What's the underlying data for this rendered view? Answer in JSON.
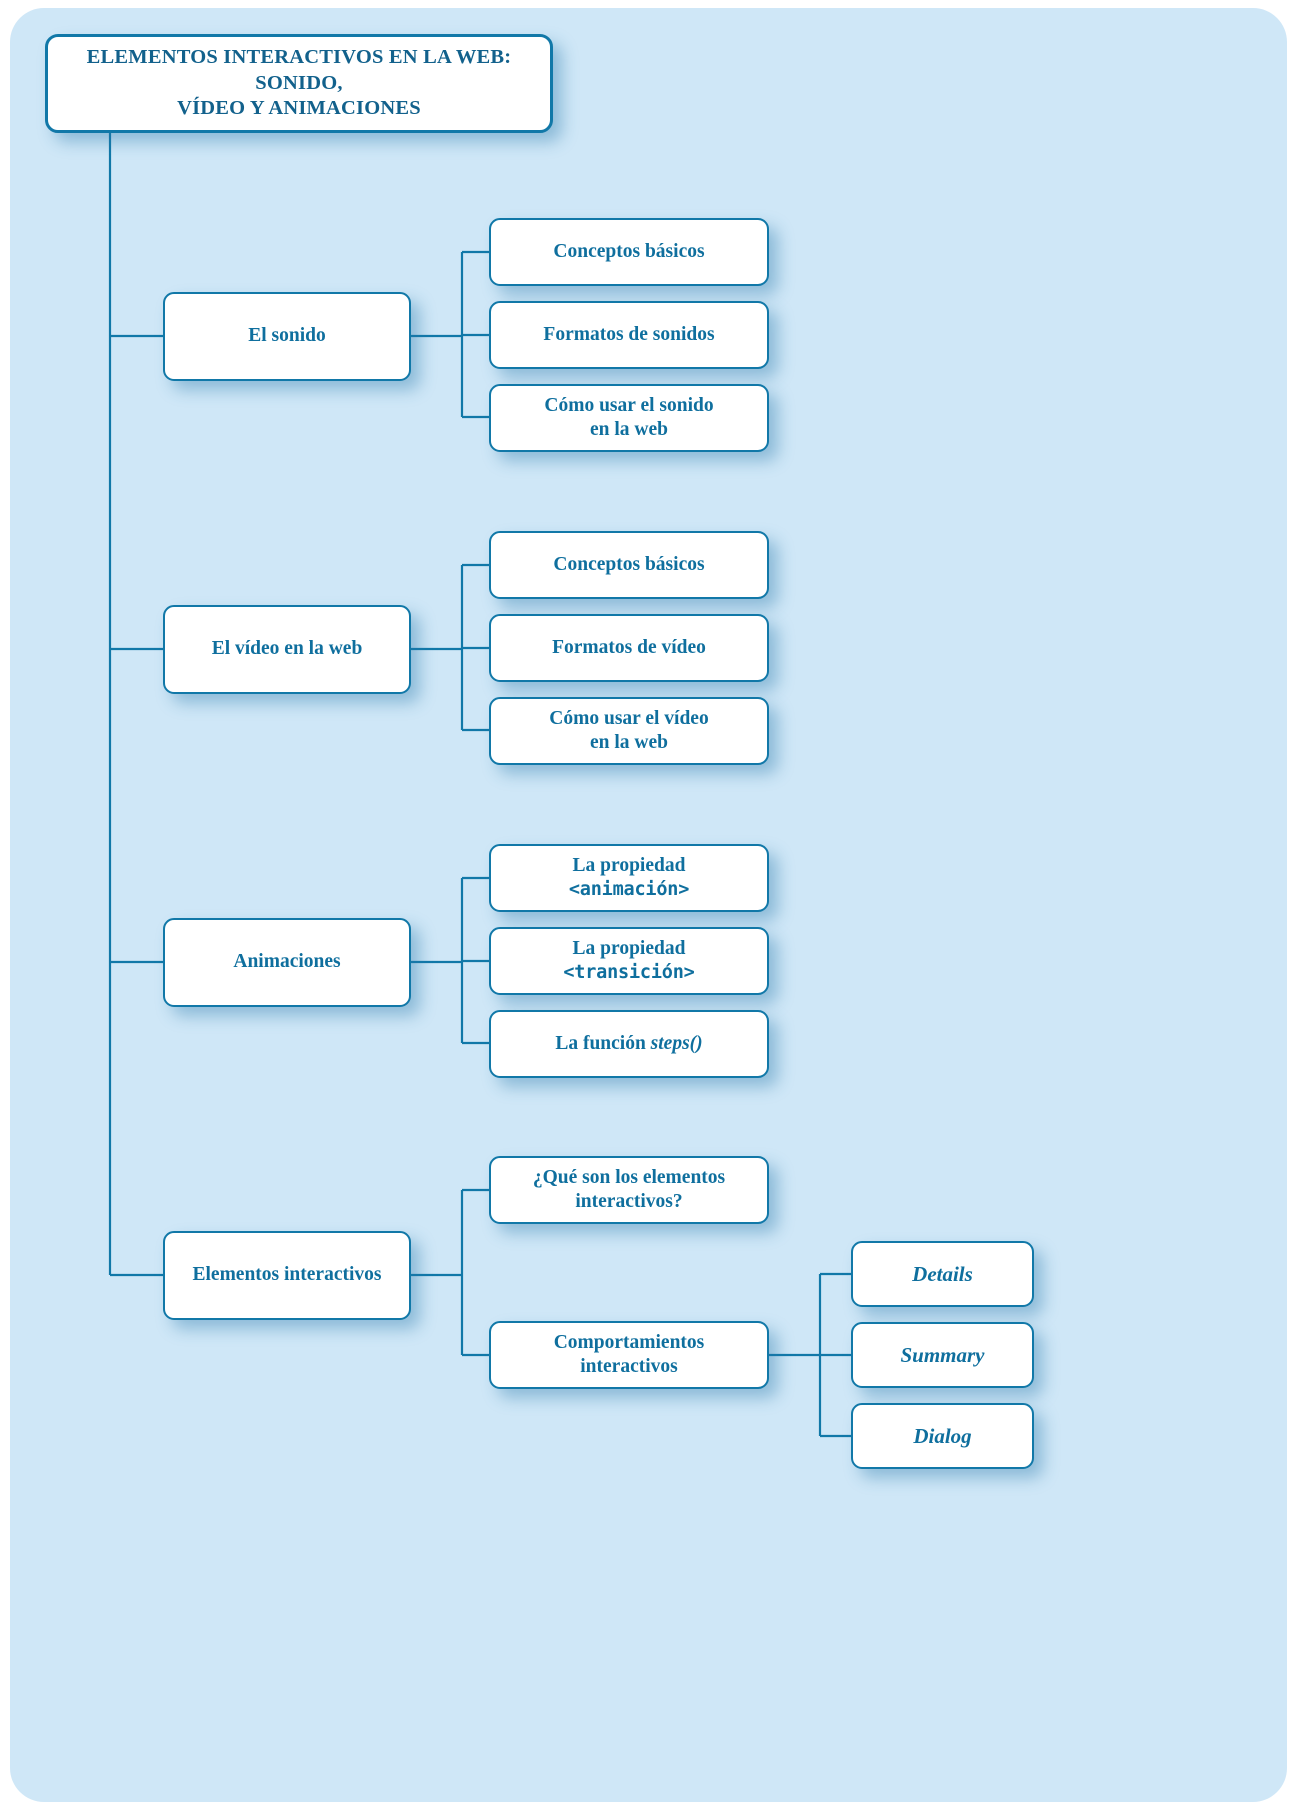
{
  "diagram": {
    "type": "tree-mindmap",
    "title": "ELEMENTOS INTERACTIVOS EN LA WEB: SONIDO, VÍDEO Y ANIMACIONES",
    "title_line1": "ELEMENTOS INTERACTIVOS EN LA WEB: SONIDO,",
    "title_line2": "VÍDEO Y ANIMACIONES",
    "colors": {
      "page_background": "#cfe7f7",
      "node_border": "#1178a8",
      "node_fill": "#ffffff",
      "text": "#0f6f9e",
      "connector": "#1178a8"
    },
    "branches": [
      {
        "label": "El sonido",
        "children": [
          {
            "label": "Conceptos básicos"
          },
          {
            "label": "Formatos de sonidos"
          },
          {
            "label_line1": "Cómo usar el sonido",
            "label_line2": "en la web"
          }
        ]
      },
      {
        "label": "El vídeo en la web",
        "children": [
          {
            "label": "Conceptos básicos"
          },
          {
            "label": "Formatos de vídeo"
          },
          {
            "label_line1": "Cómo usar el vídeo",
            "label_line2": "en la web"
          }
        ]
      },
      {
        "label": "Animaciones",
        "children": [
          {
            "label_line1": "La propiedad",
            "label_code": "<animación>"
          },
          {
            "label_line1": "La propiedad",
            "label_code": "<transición>"
          },
          {
            "label_prefix": "La función ",
            "label_italic": "steps()"
          }
        ]
      },
      {
        "label": "Elementos interactivos",
        "children": [
          {
            "label_line1": "¿Qué son los elementos",
            "label_line2": "interactivos?"
          },
          {
            "label_line1": "Comportamientos",
            "label_line2": "interactivos",
            "children": [
              {
                "label": "Details"
              },
              {
                "label": "Summary"
              },
              {
                "label": "Dialog"
              }
            ]
          }
        ]
      }
    ]
  }
}
